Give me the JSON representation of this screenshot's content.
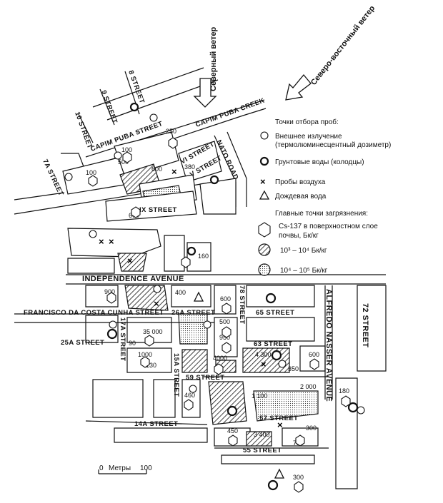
{
  "wind": {
    "north": "Северный ветер",
    "northeast": "Северо-восточный ветер"
  },
  "legend": {
    "title": "Точки отбора проб:",
    "external_line1": "Внешнее излучение",
    "external_line2": "(термолюминесцентный дозиметр)",
    "groundwater": "Грунтовые воды (колодцы)",
    "air": "Пробы воздуха",
    "rain": "Дождевая вода",
    "main_points": "Главные точки загрязнения:",
    "cs_line1": "Cs-137 в поверхностном слое",
    "cs_line2": "почвы, Бк/кг",
    "range1": "10³ – 10⁴ Бк/кг",
    "range2": "10⁴ – 10⁵ Бк/кг"
  },
  "scale": {
    "zero": "0",
    "label": "Метры",
    "max": "100"
  },
  "streets": {
    "s8": "8 STREET",
    "s9": "9 STREET",
    "s10": "10 STREET",
    "capim_street": "CAPIM PUBA STREET",
    "capim_creek": "CAPIM PUBA CREEK",
    "s7a": "7A STREET",
    "vi": "VI STREET",
    "v": "V STREET",
    "ix": "IX STREET",
    "nato": "NATO ROAD",
    "independence": "INDEPENDENCE AVENUE",
    "s78": "78 STREET",
    "s65": "65 STREET",
    "alfredo": "ALFREDO NASSER AVENUE",
    "s72": "72 STREET",
    "francisco": "FRANCISCO DA COSTA CUNHA STREET",
    "s26a": "26A STREET",
    "s17a": "17A STREET",
    "s25a": "25A STREET",
    "s63": "63 STREET",
    "s15a": "15A STREET",
    "s59": "59 STREET",
    "s14a": "14A STREET",
    "s57": "57 STREET",
    "s55": "55 STREET"
  },
  "values": {
    "v250": "250",
    "v100a": "100",
    "v100b": "100",
    "v500": "500",
    "v600a": "600",
    "v380": "380",
    "v600b": "600",
    "v160": "160",
    "v900": "900",
    "v400": "400",
    "v600c": "600",
    "v500b": "500",
    "v950": "950",
    "v35000": "35 000",
    "v90": "90",
    "v1000": "1000",
    "v130": "130",
    "v4000": "4000",
    "v4300": "4 300",
    "v600d": "600",
    "v350": "350",
    "v2000": "2 000",
    "v460": "460",
    "v180": "180",
    "v1100": "1 100",
    "v450": "450",
    "v3400": "3 400",
    "v300a": "300",
    "v750": "750",
    "v300b": "300"
  }
}
